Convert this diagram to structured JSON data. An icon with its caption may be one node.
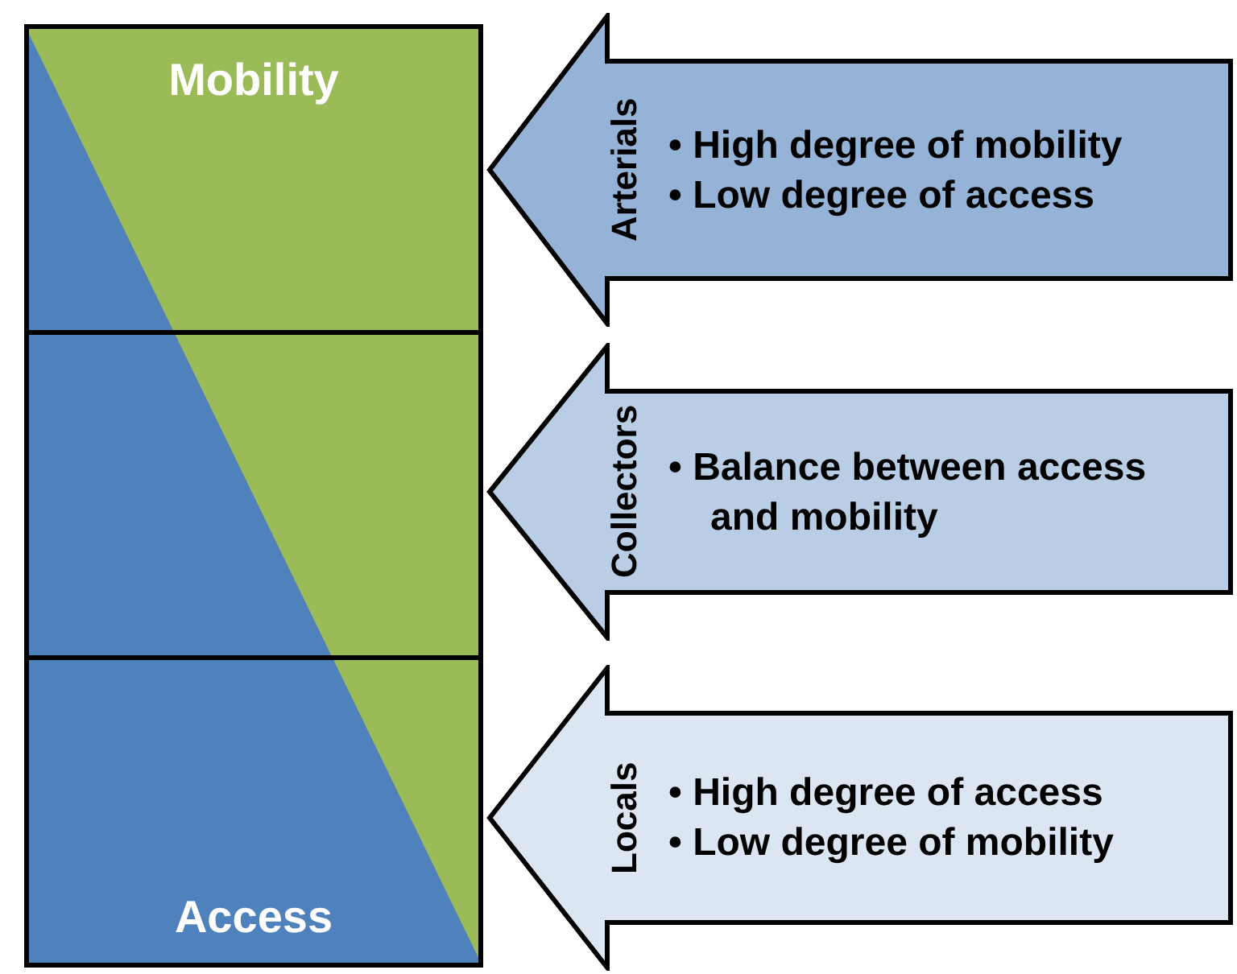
{
  "diagram": {
    "nodes": [
      {
        "text": [
          "Mobility"
        ]
      },
      {
        "text": [],
        "shape": "box"
      },
      {
        "text": [
          "Access"
        ]
      },
      {
        "text": [
          "Arterials",
          "• High degree of mobility",
          "• Low degree of access"
        ]
      },
      {
        "text": [
          "Collectors",
          "• Balance between access and mobility"
        ]
      },
      {
        "text": [
          "Locals",
          "• High degree of access",
          "• Low degree of mobility"
        ]
      }
    ]
  }
}
